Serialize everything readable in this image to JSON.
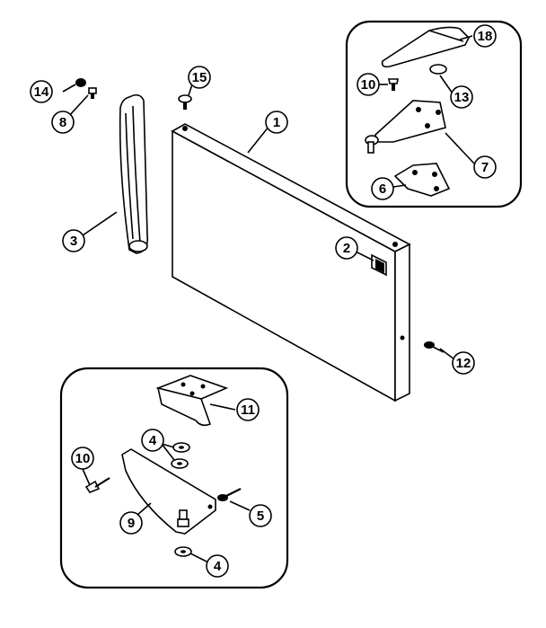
{
  "callouts": [
    "1",
    "2",
    "3",
    "4",
    "4",
    "5",
    "6",
    "7",
    "8",
    "9",
    "10",
    "10",
    "11",
    "12",
    "13",
    "14",
    "15",
    "18"
  ],
  "colors": {
    "ink": "#000000",
    "paper": "#ffffff"
  }
}
